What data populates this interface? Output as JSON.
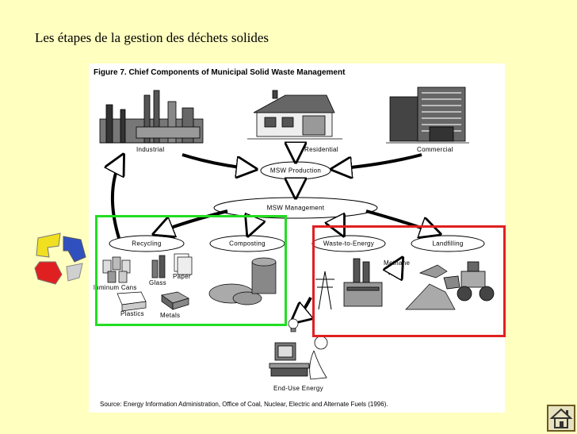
{
  "slide": {
    "title": "Les étapes de la gestion des déchets solides"
  },
  "figure": {
    "title": "Figure 7.  Chief Components of Municipal Solid Waste Management",
    "source": "Source: Energy Information Administration, Office of Coal, Nuclear, Electric and Alternate Fuels (1996).",
    "sources": {
      "industrial": "Industrial",
      "residential": "Residential",
      "commercial": "Commercial"
    },
    "nodes": {
      "production": "MSW Production",
      "management": "MSW Management",
      "recycling": "Recycling",
      "composting": "Composting",
      "waste_to_energy": "Waste-to-Energy",
      "landfilling": "Landfilling",
      "end_use": "End-Use Energy"
    },
    "materials": {
      "aluminum_cans": "luminum Cans",
      "glass": "Glass",
      "paper": "Paper",
      "plastics": "Plastics",
      "metals": "Metals"
    },
    "methane": "Methane"
  },
  "colors": {
    "background": "#ffffc0",
    "recycle_box": "#22dd22",
    "energy_box": "#e02020"
  },
  "icons": {
    "recycle": "recycle-logo-icon",
    "home": "home-icon"
  }
}
